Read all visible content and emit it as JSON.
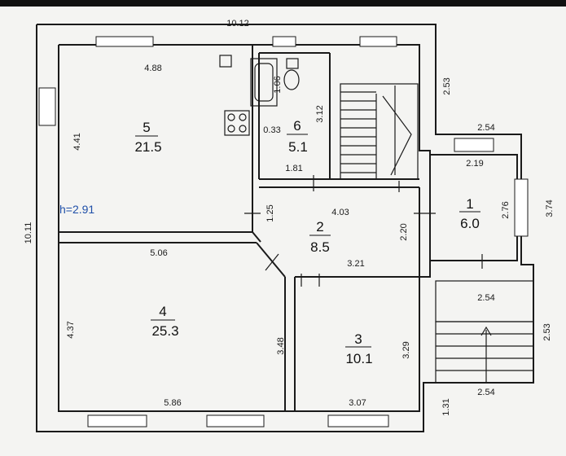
{
  "plan": {
    "ceiling_height_label": "h=2.91",
    "rooms": [
      {
        "id": "5",
        "number": "5",
        "area": "21.5"
      },
      {
        "id": "6",
        "number": "6",
        "area": "5.1"
      },
      {
        "id": "1",
        "number": "1",
        "area": "6.0"
      },
      {
        "id": "2",
        "number": "2",
        "area": "8.5"
      },
      {
        "id": "4",
        "number": "4",
        "area": "25.3"
      },
      {
        "id": "3",
        "number": "3",
        "area": "10.1"
      }
    ],
    "dimensions": {
      "top_overall": "10.12",
      "left_overall": "10.11",
      "room5_width": "4.88",
      "room5_height": "4.41",
      "bath_1": "1.06",
      "bath_2": "0.33",
      "room6_height": "3.12",
      "room6_width": "1.81",
      "stair_offset": "2.53",
      "room1_top": "2.54",
      "room1_inner_width": "2.19",
      "room1_height": "2.76",
      "room1_outer_height": "3.74",
      "room2_h": "1.25",
      "room2_top": "4.03",
      "room2_right": "2.20",
      "room2_bottom": "3.21",
      "room4_width": "5.06",
      "room4_height": "4.37",
      "room4_bottom": "5.86",
      "room3_left": "3.48",
      "room3_right": "3.29",
      "room3_bottom": "3.07",
      "porch_top": "2.54",
      "porch_right": "2.53",
      "porch_bottom": "2.54",
      "porch_height": "1.31"
    }
  }
}
